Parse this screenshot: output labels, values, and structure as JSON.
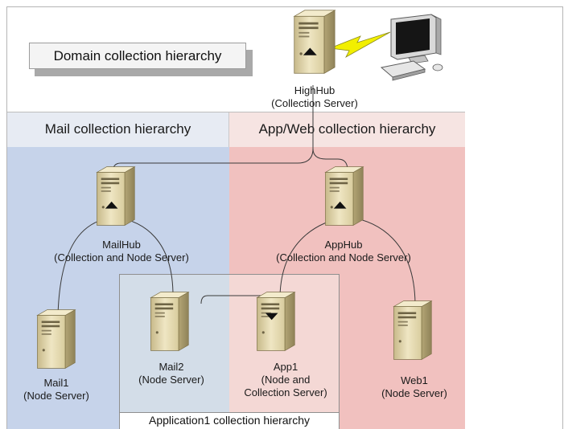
{
  "diagram": {
    "domain_label": "Domain collection hierarchy",
    "mail_header": "Mail collection hierarchy",
    "app_header": "App/Web collection hierarchy",
    "app1_header": "Application1 collection hierarchy"
  },
  "nodes": {
    "highhub": {
      "line1": "HighHub",
      "line2": "(Collection Server)"
    },
    "mailhub": {
      "line1": "MailHub",
      "line2": "(Collection and Node Server)"
    },
    "apphub": {
      "line1": "AppHub",
      "line2": "(Collection and Node Server)"
    },
    "mail1": {
      "line1": "Mail1",
      "line2": "(Node Server)"
    },
    "mail2": {
      "line1": "Mail2",
      "line2": "(Node Server)"
    },
    "app1": {
      "line1": "App1",
      "line2": "(Node and",
      "line3": "Collection Server)"
    },
    "web1": {
      "line1": "Web1",
      "line2": "(Node Server)"
    }
  },
  "icons": {
    "server": "server-tower-icon",
    "workstation": "monitor-keyboard-icon",
    "link": "lightning-bolt-icon",
    "hub_marker": "triangle-arrow-icon"
  },
  "colors": {
    "mail_region": "#c6d3ea",
    "app_region": "#f1c1bf",
    "server_body": "#e9dfb4",
    "link_bolt": "#f2ef00"
  }
}
